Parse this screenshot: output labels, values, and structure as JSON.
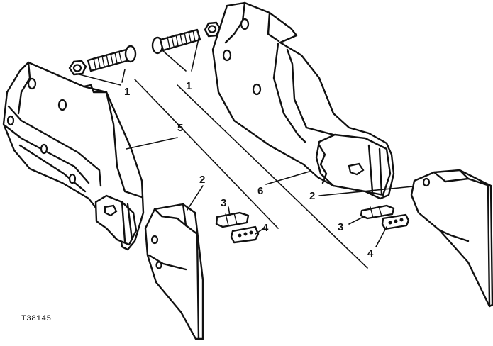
{
  "figure": {
    "id_text": "T38145",
    "callouts": {
      "left_bolt": "1",
      "right_bolt": "1",
      "left_assembly": "5",
      "right_assembly": "6",
      "left_tip": "2",
      "right_tip": "2",
      "left_upper_lock": "3",
      "right_upper_lock": "3",
      "left_lower_lock": "4",
      "right_lower_lock": "4"
    }
  }
}
